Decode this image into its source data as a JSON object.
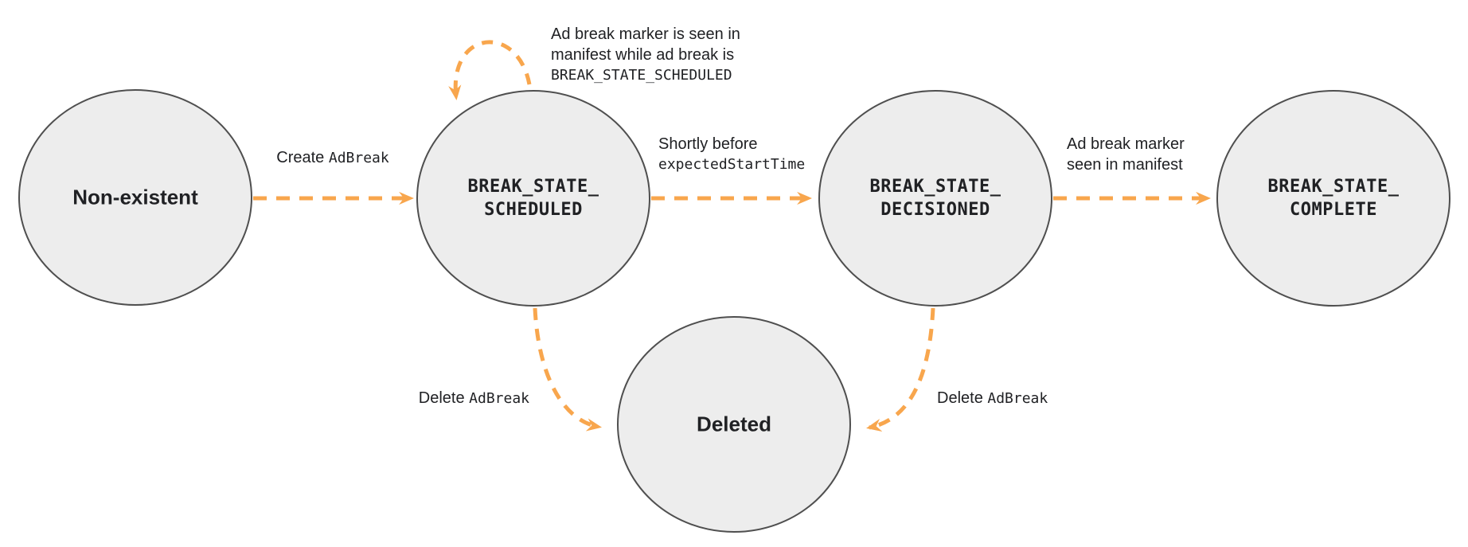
{
  "colors": {
    "accent": "#F8A64D",
    "node_fill": "#EDEDED",
    "node_border": "#4F4F4F",
    "text": "#202124"
  },
  "states": {
    "non_existent": {
      "label": "Non-existent"
    },
    "scheduled": {
      "line1": "BREAK_STATE_",
      "line2": "SCHEDULED"
    },
    "decisioned": {
      "line1": "BREAK_STATE_",
      "line2": "DECISIONED"
    },
    "complete": {
      "line1": "BREAK_STATE_",
      "line2": "COMPLETE"
    },
    "deleted": {
      "label": "Deleted"
    }
  },
  "transitions": {
    "create": {
      "plain": "Create ",
      "code": "AdBreak"
    },
    "self_loop": {
      "line1": "Ad break marker is seen in",
      "line2": "manifest while ad break is",
      "code_line": "BREAK_STATE_SCHEDULED"
    },
    "decision": {
      "plain": "Shortly before",
      "code": "expectedStartTime"
    },
    "complete": {
      "line1": "Ad break marker",
      "line2": "seen in manifest"
    },
    "delete_left": {
      "plain": "Delete ",
      "code": "AdBreak"
    },
    "delete_right": {
      "plain": "Delete ",
      "code": "AdBreak"
    }
  }
}
